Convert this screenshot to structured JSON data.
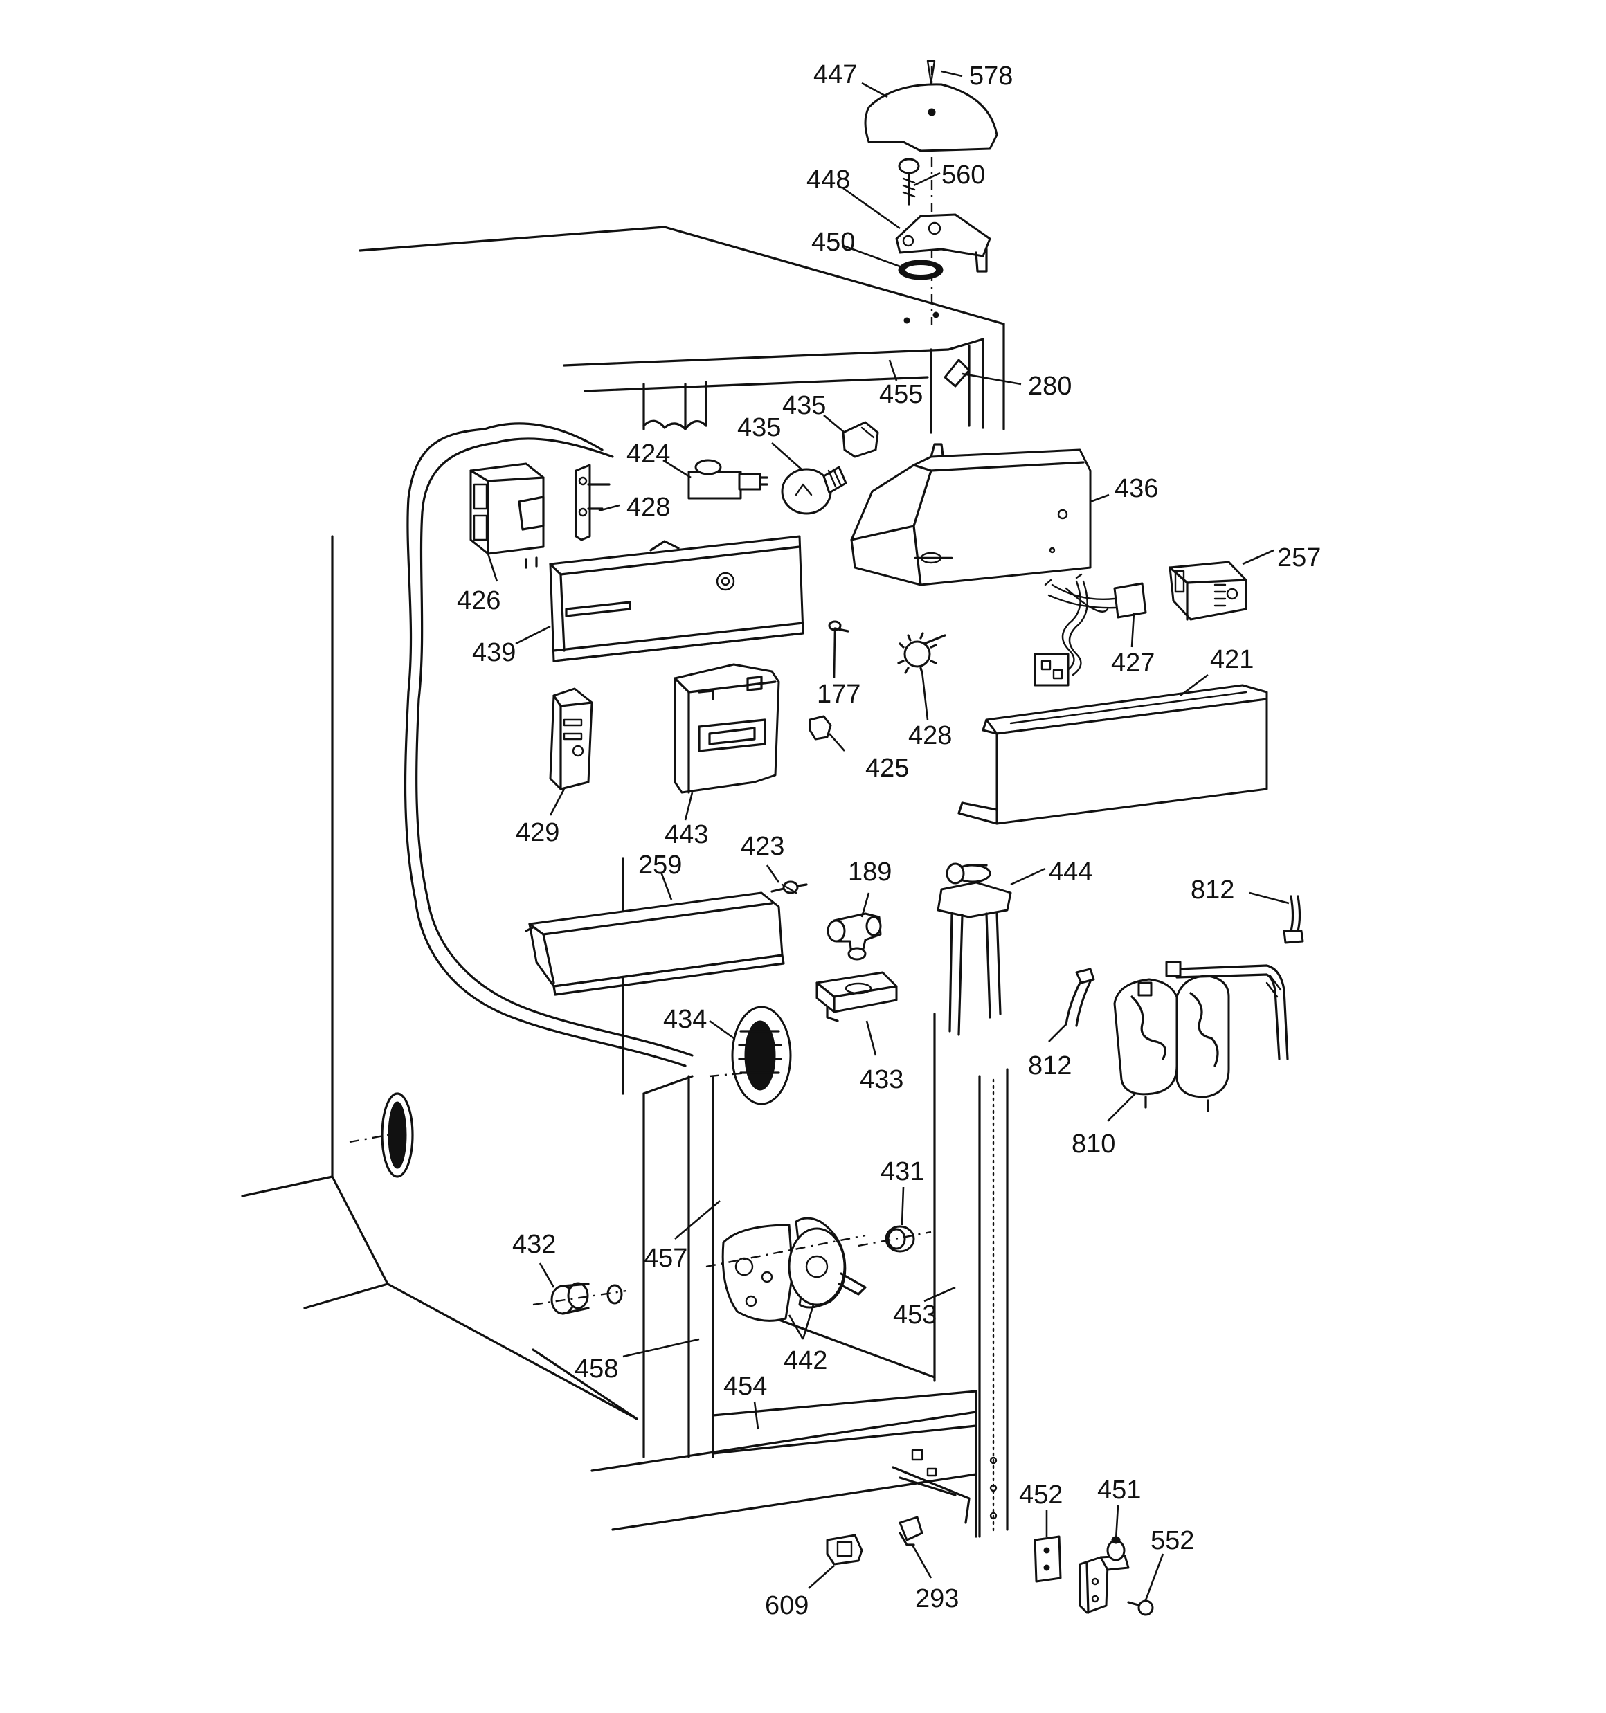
{
  "labels": {
    "p578": "578",
    "p447": "447",
    "p560": "560",
    "p448": "448",
    "p450": "450",
    "p280": "280",
    "p455": "455",
    "p435a": "435",
    "p435b": "435",
    "p424": "424",
    "p428a": "428",
    "p436": "436",
    "p426": "426",
    "p257": "257",
    "p439": "439",
    "p177": "177",
    "p427": "427",
    "p421": "421",
    "p428b": "428",
    "p425": "425",
    "p429": "429",
    "p443": "443",
    "p423": "423",
    "p259": "259",
    "p189": "189",
    "p444": "444",
    "p812a": "812",
    "p812b": "812",
    "p434": "434",
    "p433": "433",
    "p810": "810",
    "p431": "431",
    "p432": "432",
    "p457": "457",
    "p453": "453",
    "p442": "442",
    "p458": "458",
    "p454": "454",
    "p452": "452",
    "p451": "451",
    "p552": "552",
    "p609": "609",
    "p293": "293"
  }
}
